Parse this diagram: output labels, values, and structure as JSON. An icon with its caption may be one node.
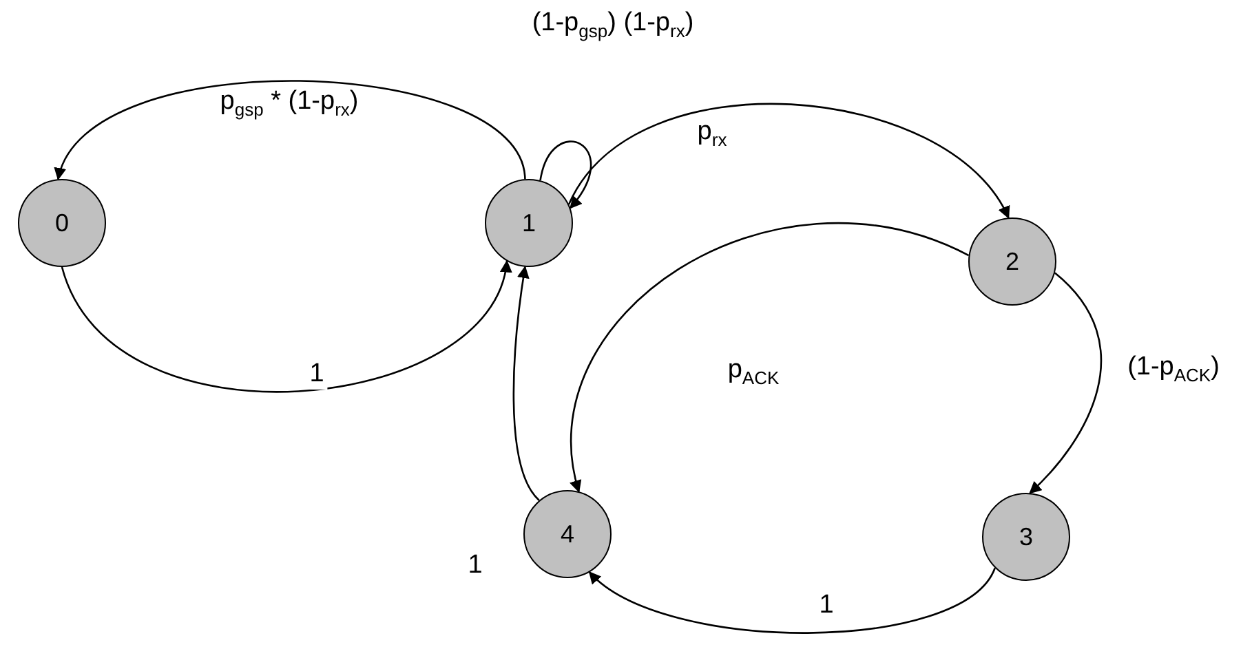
{
  "diagram": {
    "nodes": [
      {
        "text": [
          "0"
        ]
      },
      {
        "text": [
          "1"
        ]
      },
      {
        "text": [
          "2"
        ]
      },
      {
        "text": [
          "3"
        ]
      },
      {
        "text": [
          "4"
        ]
      }
    ],
    "edges": [
      {
        "from": 1,
        "to": 0,
        "arrow": "to",
        "label": "p$_{gsp}$ * (1-p$_{rx}$)"
      },
      {
        "from": 1,
        "to": 1,
        "arrow": "to",
        "label": "(1-p$_{gsp}$) (1-p$_{rx}$)"
      },
      {
        "from": 1,
        "to": 2,
        "arrow": "to",
        "label": "p$_{rx}$"
      },
      {
        "from": 2,
        "to": 3,
        "arrow": "to",
        "label": "(1-p$_{ACK}$)"
      },
      {
        "from": 2,
        "to": 4,
        "arrow": "to",
        "label": "p$_{ACK}$"
      },
      {
        "from": 3,
        "to": 4,
        "arrow": "to",
        "label": "1"
      },
      {
        "from": 4,
        "to": 1,
        "arrow": "to",
        "label": "1"
      },
      {
        "from": 0,
        "to": 1,
        "arrow": "to",
        "label": "1"
      }
    ]
  }
}
